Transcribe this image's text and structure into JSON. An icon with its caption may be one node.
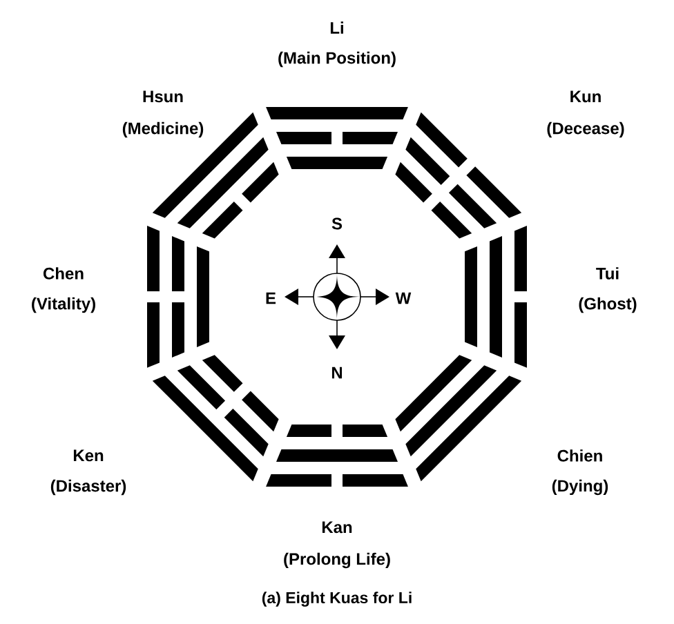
{
  "diagram": {
    "caption": "(a) Eight Kuas for Li",
    "labels": [
      "Li",
      "(Main Position)",
      "Hsun",
      "(Medicine)",
      "Kun",
      "(Decease)",
      "Chen",
      "(Vitality)",
      "S",
      "E",
      "W",
      "Tui",
      "(Ghost)",
      "N",
      "Ken",
      "(Disaster)",
      "Chien",
      "(Dying)",
      "Kan",
      "(Prolong Life)"
    ]
  }
}
